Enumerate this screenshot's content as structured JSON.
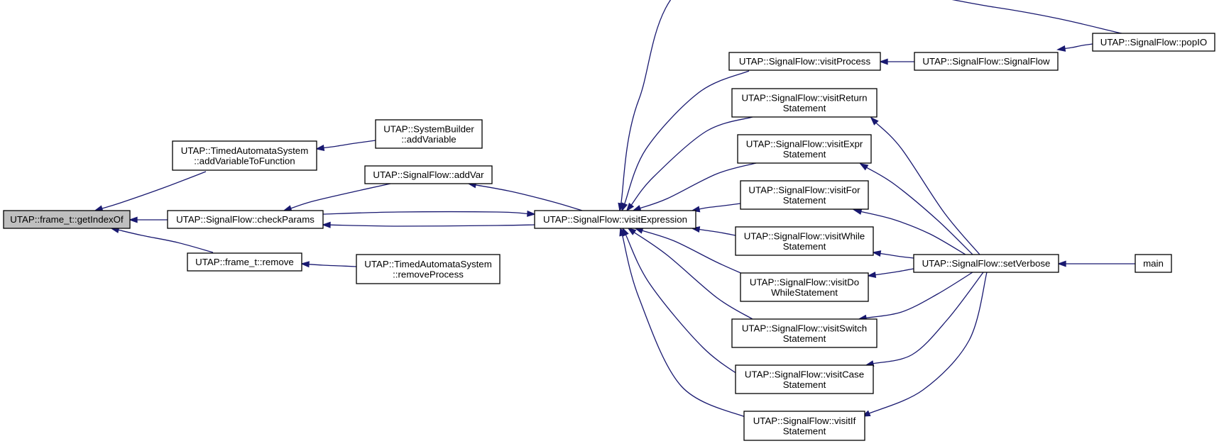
{
  "nodes": [
    {
      "id": "getIndexOf",
      "lines": [
        "UTAP::frame_t::getIndexOf"
      ]
    },
    {
      "id": "addVariableToFunction",
      "lines": [
        "UTAP::TimedAutomataSystem",
        "::addVariableToFunction"
      ]
    },
    {
      "id": "addVariable",
      "lines": [
        "UTAP::SystemBuilder",
        "::addVariable"
      ]
    },
    {
      "id": "checkParams",
      "lines": [
        "UTAP::SignalFlow::checkParams"
      ]
    },
    {
      "id": "addVar",
      "lines": [
        "UTAP::SignalFlow::addVar"
      ]
    },
    {
      "id": "frameRemove",
      "lines": [
        "UTAP::frame_t::remove"
      ]
    },
    {
      "id": "removeProcess",
      "lines": [
        "UTAP::TimedAutomataSystem",
        "::removeProcess"
      ]
    },
    {
      "id": "visitExpression",
      "lines": [
        "UTAP::SignalFlow::visitExpression"
      ]
    },
    {
      "id": "visitProcess",
      "lines": [
        "UTAP::SignalFlow::visitProcess"
      ]
    },
    {
      "id": "signalFlow",
      "lines": [
        "UTAP::SignalFlow::SignalFlow"
      ]
    },
    {
      "id": "popIO",
      "lines": [
        "UTAP::SignalFlow::popIO"
      ]
    },
    {
      "id": "visitReturn",
      "lines": [
        "UTAP::SignalFlow::visitReturn",
        "Statement"
      ]
    },
    {
      "id": "visitExpr",
      "lines": [
        "UTAP::SignalFlow::visitExpr",
        "Statement"
      ]
    },
    {
      "id": "visitFor",
      "lines": [
        "UTAP::SignalFlow::visitFor",
        "Statement"
      ]
    },
    {
      "id": "visitWhile",
      "lines": [
        "UTAP::SignalFlow::visitWhile",
        "Statement"
      ]
    },
    {
      "id": "visitDoWhile",
      "lines": [
        "UTAP::SignalFlow::visitDo",
        "WhileStatement"
      ]
    },
    {
      "id": "visitSwitch",
      "lines": [
        "UTAP::SignalFlow::visitSwitch",
        "Statement"
      ]
    },
    {
      "id": "visitCase",
      "lines": [
        "UTAP::SignalFlow::visitCase",
        "Statement"
      ]
    },
    {
      "id": "visitIf",
      "lines": [
        "UTAP::SignalFlow::visitIf",
        "Statement"
      ]
    },
    {
      "id": "setVerbose",
      "lines": [
        "UTAP::SignalFlow::setVerbose"
      ]
    },
    {
      "id": "main",
      "lines": [
        "main"
      ]
    }
  ],
  "edges": [
    {
      "from": "addVariableToFunction",
      "to": "getIndexOf"
    },
    {
      "from": "checkParams",
      "to": "getIndexOf"
    },
    {
      "from": "frameRemove",
      "to": "getIndexOf"
    },
    {
      "from": "addVariable",
      "to": "addVariableToFunction"
    },
    {
      "from": "addVar",
      "to": "checkParams"
    },
    {
      "from": "visitExpression",
      "to": "checkParams"
    },
    {
      "from": "checkParams",
      "to": "visitExpression"
    },
    {
      "from": "removeProcess",
      "to": "frameRemove"
    },
    {
      "from": "visitExpression",
      "to": "addVar"
    },
    {
      "from": "visitProcess",
      "to": "visitExpression"
    },
    {
      "from": "popIO",
      "to": "visitExpression"
    },
    {
      "from": "visitReturn",
      "to": "visitExpression"
    },
    {
      "from": "visitExpr",
      "to": "visitExpression"
    },
    {
      "from": "visitFor",
      "to": "visitExpression"
    },
    {
      "from": "visitWhile",
      "to": "visitExpression"
    },
    {
      "from": "visitDoWhile",
      "to": "visitExpression"
    },
    {
      "from": "visitSwitch",
      "to": "visitExpression"
    },
    {
      "from": "visitCase",
      "to": "visitExpression"
    },
    {
      "from": "visitIf",
      "to": "visitExpression"
    },
    {
      "from": "signalFlow",
      "to": "visitProcess"
    },
    {
      "from": "popIO",
      "to": "signalFlow"
    },
    {
      "from": "setVerbose",
      "to": "visitReturn"
    },
    {
      "from": "setVerbose",
      "to": "visitExpr"
    },
    {
      "from": "setVerbose",
      "to": "visitFor"
    },
    {
      "from": "setVerbose",
      "to": "visitWhile"
    },
    {
      "from": "setVerbose",
      "to": "visitDoWhile"
    },
    {
      "from": "setVerbose",
      "to": "visitSwitch"
    },
    {
      "from": "setVerbose",
      "to": "visitCase"
    },
    {
      "from": "setVerbose",
      "to": "visitIf"
    },
    {
      "from": "main",
      "to": "setVerbose"
    }
  ],
  "colors": {
    "edge": "#191970",
    "root_fill": "#bfbfbf",
    "node_fill": "#ffffff",
    "node_border": "#000000"
  }
}
